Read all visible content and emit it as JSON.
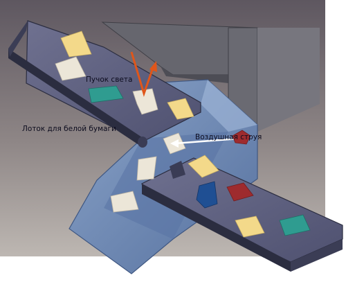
{
  "labels": {
    "light_beam": "Пучок света",
    "white_paper_tray": "Лоток для белой бумаги",
    "air_jet": "Воздушная струя"
  },
  "colors": {
    "background_top": "#5e5760",
    "background_bottom": "#b9b2ad",
    "conveyor": "#5d5f7a",
    "conveyor_edge": "#2b2d40",
    "chute": "#6e86b0",
    "sensor_block": "#66666e",
    "light_beam": "#e0561a",
    "paper_white": "#ece6d8",
    "paper_yellow": "#f3d98a",
    "paper_teal": "#2f9c90",
    "paper_blue": "#1f4f93",
    "paper_red": "#9e2b2e",
    "air_jet": "#ffffff"
  }
}
